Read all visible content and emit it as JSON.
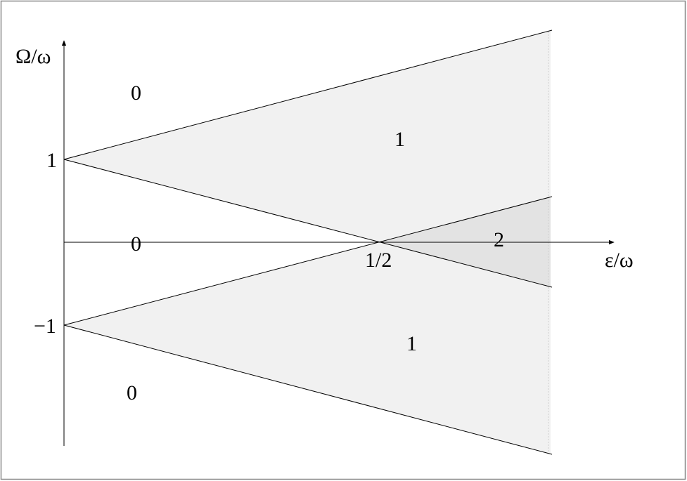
{
  "axes": {
    "y_label": "Ω/ω",
    "x_label": "ε/ω",
    "y_ticks": [
      "1",
      "−1"
    ],
    "x_ticks": [
      "1/2"
    ]
  },
  "region_labels": {
    "top_left": "0",
    "top_band": "1",
    "middle_left": "0",
    "right_band": "2",
    "bottom_band": "1",
    "bottom_left": "0"
  },
  "colors": {
    "frame": "#888888",
    "line": "#000000",
    "region_1_fill": "#f1f1f1",
    "region_2_fill": "#e3e3e3"
  }
}
